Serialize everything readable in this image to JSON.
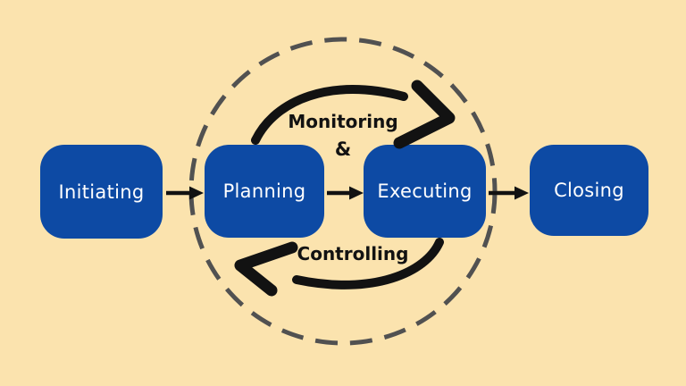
{
  "diagram": {
    "boxes": [
      {
        "label": "Initiating"
      },
      {
        "label": "Planning"
      },
      {
        "label": "Executing"
      },
      {
        "label": "Closing"
      }
    ],
    "cycle": {
      "top_label": "Monitoring",
      "amp": "&",
      "bottom_label": "Controlling"
    }
  },
  "colors": {
    "bg": "#fbe3ae",
    "blue": "#0d4aa4",
    "ink": "#121212",
    "dash": "#515151",
    "boxtext": "#ffffff"
  }
}
